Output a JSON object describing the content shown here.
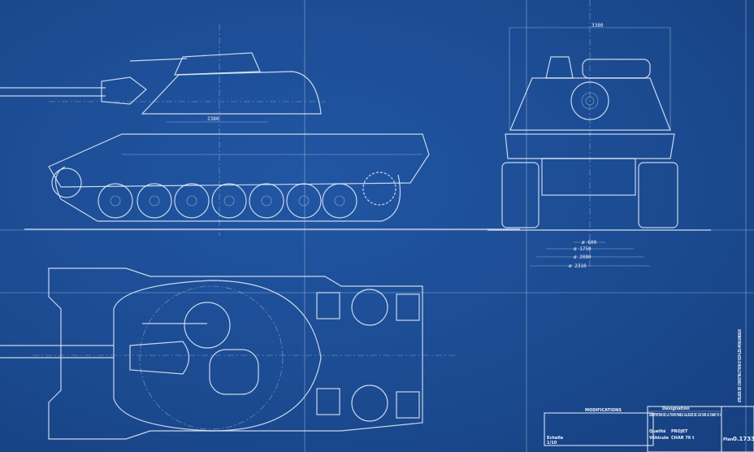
{
  "drawing": {
    "dimensions": {
      "side_turret_length": "2380",
      "front_width": "3380",
      "front_dia_1": "ø 600",
      "front_dia_2": "ø 1750",
      "front_dia_3": "ø 2080",
      "front_dia_4": "ø 2310"
    },
    "title_block": {
      "designation_header": "Désignation",
      "title": "ADAPTATION DE LA TOUR FAIBLE ALLEGEE DE 120 SUR LE CHAR 76 t",
      "status_label": "Qualité",
      "status": "PROJET",
      "vehicle_label": "Véhicule",
      "vehicle": "CHAR 76 t",
      "number_label": "Plan",
      "number": "0.1733",
      "side_stamp": "ATELIER DE CONSTRUCTION D'ISSY-LES-MOULINEAUX",
      "modifications_header": "MODIFICATIONS",
      "scale_label": "Echelle",
      "scale": "1/10"
    }
  },
  "colors": {
    "paper": "#1c4c93",
    "line": "#e8eefa"
  }
}
